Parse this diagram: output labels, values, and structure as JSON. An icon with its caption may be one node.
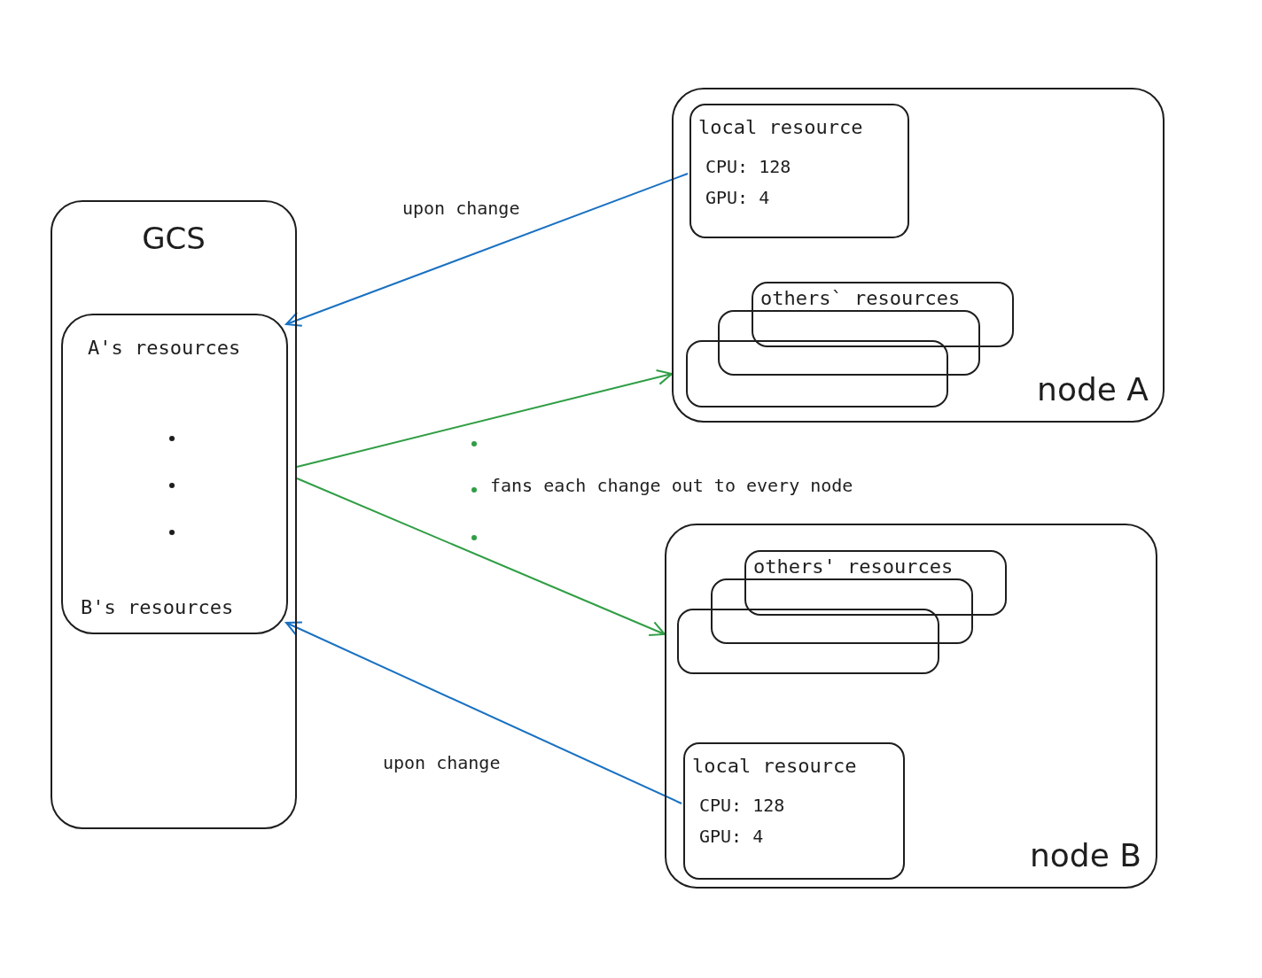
{
  "diagram": {
    "nodes": [
      {
        "text": [
          "GCS"
        ]
      },
      {
        "text": [
          "A's resources",
          "B's resources"
        ],
        "in": 0
      },
      {
        "text": [
          "node A"
        ]
      },
      {
        "text": [
          "local resource",
          "CPU: 128",
          "GPU: 4"
        ],
        "in": 2
      },
      {
        "text": [
          "others` resources"
        ],
        "in": 2
      },
      {
        "text": [],
        "shape": "box",
        "in": 2
      },
      {
        "text": [],
        "shape": "box",
        "in": 2
      },
      {
        "text": [
          "node B"
        ]
      },
      {
        "text": [
          "others' resources"
        ],
        "in": 7
      },
      {
        "text": [],
        "shape": "box",
        "in": 7
      },
      {
        "text": [],
        "shape": "box",
        "in": 7
      },
      {
        "text": [
          "local resource",
          "CPU: 128",
          "GPU: 4"
        ],
        "in": 7
      }
    ],
    "edges": [
      {
        "from": 3,
        "to": 1,
        "arrow": "to",
        "label": "upon change",
        "color": "#1971c2"
      },
      {
        "from": 11,
        "to": 1,
        "arrow": "to",
        "label": "upon change",
        "color": "#1971c2"
      },
      {
        "from": 0,
        "to": 2,
        "arrow": "to",
        "color": "#2f9e44"
      },
      {
        "from": 0,
        "to": 7,
        "arrow": "to",
        "color": "#2f9e44"
      }
    ],
    "labels": [
      "fans each change out to every node"
    ]
  }
}
